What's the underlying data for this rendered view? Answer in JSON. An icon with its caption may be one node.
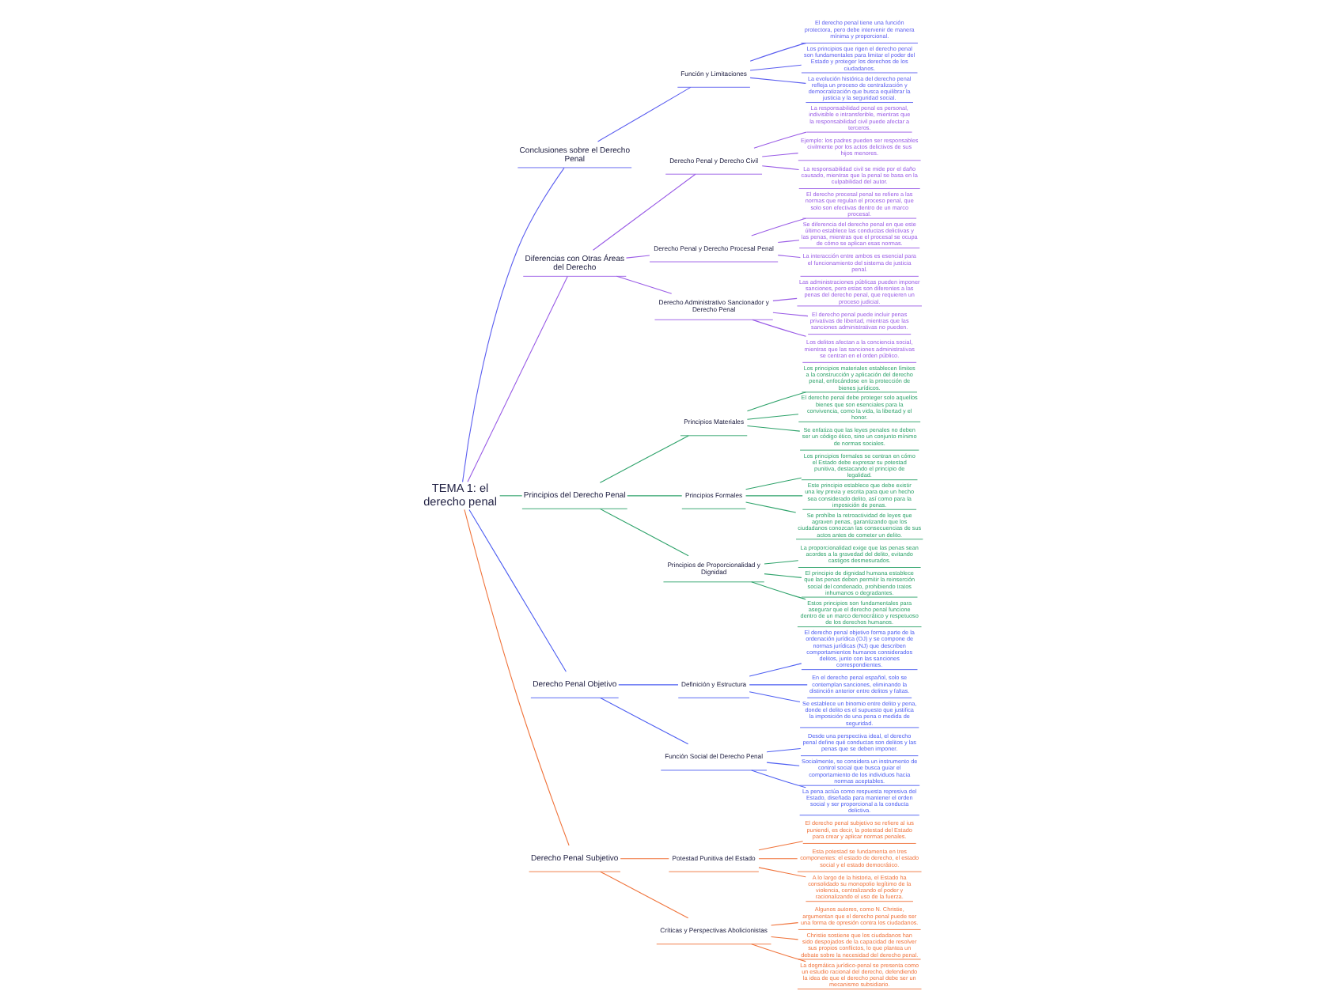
{
  "diagram": {
    "nodes": [
      {
        "text": [
          "TEMA 1: el derecho penal"
        ]
      },
      {
        "text": [
          "Conclusiones sobre el Derecho Penal"
        ]
      },
      {
        "text": [
          "Función y Limitaciones"
        ]
      },
      {
        "text": [
          "El derecho penal tiene una función protectora, pero debe intervenir de manera mínima y proporcional."
        ]
      },
      {
        "text": [
          "Los principios que rigen el derecho penal son fundamentales para limitar el poder del Estado y proteger los derechos de los ciudadanos."
        ]
      },
      {
        "text": [
          "La evolución histórica del derecho penal refleja un proceso de centralización y democratización que busca equilibrar la justicia y la seguridad social."
        ]
      },
      {
        "text": [
          "Diferencias con Otras Áreas del Derecho"
        ]
      },
      {
        "text": [
          "Derecho Penal y Derecho Civil"
        ]
      },
      {
        "text": [
          "La responsabilidad penal es personal, indivisible e intransferible, mientras que la responsabilidad civil puede afectar a terceros."
        ]
      },
      {
        "text": [
          "Ejemplo: los padres pueden ser responsables civilmente por los actos delictivos de sus hijos menores."
        ]
      },
      {
        "text": [
          "La responsabilidad civil se mide por el daño causado, mientras que la penal se basa en la culpabilidad del autor."
        ]
      },
      {
        "text": [
          "Derecho Penal y Derecho Procesal Penal"
        ]
      },
      {
        "text": [
          "El derecho procesal penal se refiere a las normas que regulan el proceso penal, que solo son efectivas dentro de un marco procesal."
        ]
      },
      {
        "text": [
          "Se diferencia del derecho penal en que este último establece las conductas delictivas y las penas, mientras que el procesal se ocupa de cómo se aplican esas normas."
        ]
      },
      {
        "text": [
          "La interacción entre ambos es esencial para el funcionamiento del sistema de justicia penal."
        ]
      },
      {
        "text": [
          "Derecho Administrativo Sancionador y Derecho Penal"
        ]
      },
      {
        "text": [
          "Las administraciones públicas pueden imponer sanciones, pero estas son diferentes a las penas del derecho penal, que requieren un proceso judicial."
        ]
      },
      {
        "text": [
          "El derecho penal puede incluir penas privativas de libertad, mientras que las sanciones administrativas no pueden."
        ]
      },
      {
        "text": [
          "Los delitos afectan a la conciencia social, mientras que las sanciones administrativas se centran en el orden público."
        ]
      },
      {
        "text": [
          "Principios del Derecho Penal"
        ]
      },
      {
        "text": [
          "Principios Materiales"
        ]
      },
      {
        "text": [
          "Los principios materiales establecen límites a la construcción y aplicación del derecho penal, enfocándose en la protección de bienes jurídicos."
        ]
      },
      {
        "text": [
          "El derecho penal debe proteger solo aquellos bienes que son esenciales para la convivencia, como la vida, la libertad y el honor."
        ]
      },
      {
        "text": [
          "Se enfatiza que las leyes penales no deben ser un código ético, sino un conjunto mínimo de normas sociales."
        ]
      },
      {
        "text": [
          "Principios Formales"
        ]
      },
      {
        "text": [
          "Los principios formales se centran en cómo el Estado debe expresar su potestad punitiva, destacando el principio de legalidad."
        ]
      },
      {
        "text": [
          "Este principio establece que debe existir una ley previa y escrita para que un hecho sea considerado delito, así como para la imposición de penas."
        ]
      },
      {
        "text": [
          "Se prohíbe la retroactividad de leyes que agraven penas, garantizando que los ciudadanos conozcan las consecuencias de sus actos antes de cometer un delito."
        ]
      },
      {
        "text": [
          "Principios de Proporcionalidad y Dignidad"
        ]
      },
      {
        "text": [
          "La proporcionalidad exige que las penas sean acordes a la gravedad del delito, evitando castigos desmesurados."
        ]
      },
      {
        "text": [
          "El principio de dignidad humana establece que las penas deben permitir la reinserción social del condenado, prohibiendo tratos inhumanos o degradantes."
        ]
      },
      {
        "text": [
          "Estos principios son fundamentales para asegurar que el derecho penal funcione dentro de un marco democrático y respetuoso de los derechos humanos."
        ]
      },
      {
        "text": [
          "Derecho Penal Objetivo"
        ]
      },
      {
        "text": [
          "Definición y Estructura"
        ]
      },
      {
        "text": [
          "El derecho penal objetivo forma parte de la ordenación jurídica (OJ) y se compone de normas jurídicas (NJ) que describen comportamientos humanos considerados delitos, junto con las sanciones correspondientes."
        ]
      },
      {
        "text": [
          "En el derecho penal español, solo se contemplan sanciones, eliminando la distinción anterior entre delitos y faltas."
        ]
      },
      {
        "text": [
          "Se establece un binomio entre delito y pena, donde el delito es el supuesto que justifica la imposición de una pena o medida de seguridad."
        ]
      },
      {
        "text": [
          "Función Social del Derecho Penal"
        ]
      },
      {
        "text": [
          "Desde una perspectiva ideal, el derecho penal define qué conductas son delitos y las penas que se deben imponer."
        ]
      },
      {
        "text": [
          "Socialmente, se considera un instrumento de control social que busca guiar el comportamiento de los individuos hacia normas aceptables."
        ]
      },
      {
        "text": [
          "La pena actúa como respuesta represiva del Estado, diseñada para mantener el orden social y ser proporcional a la conducta delictiva."
        ]
      },
      {
        "text": [
          "Derecho Penal Subjetivo"
        ]
      },
      {
        "text": [
          "Potestad Punitiva del Estado"
        ]
      },
      {
        "text": [
          "El derecho penal subjetivo se refiere al ius puniendi, es decir, la potestad del Estado para crear y aplicar normas penales."
        ]
      },
      {
        "text": [
          "Esta potestad se fundamenta en tres componentes: el estado de derecho, el estado social y el estado democrático."
        ]
      },
      {
        "text": [
          "A lo largo de la historia, el Estado ha consolidado su monopolio legítimo de la violencia, centralizando el poder y racionalizando el uso de la fuerza."
        ]
      },
      {
        "text": [
          "Críticas y Perspectivas Abolicionistas"
        ]
      },
      {
        "text": [
          "Algunos autores, como N. Christie, argumentan que el derecho penal puede ser una forma de opresión contra los ciudadanos."
        ]
      },
      {
        "text": [
          "Christie sostiene que los ciudadanos han sido despojados de la capacidad de resolver sus propios conflictos, lo que plantea un debate sobre la necesidad del derecho penal."
        ]
      },
      {
        "text": [
          "La dogmática jurídico-penal se presenta como un estudio racional del derecho, defendiendo la idea de que el derecho penal debe ser un mecanismo subsidiario."
        ]
      }
    ],
    "edges": [
      {
        "from": 0,
        "to": 1,
        "arrow": "none",
        "color": "#5b5ef0"
      },
      {
        "from": 1,
        "to": 2,
        "arrow": "none",
        "color": "#5b5ef0"
      },
      {
        "from": 2,
        "to": 3,
        "arrow": "none",
        "color": "#5b5ef0"
      },
      {
        "from": 2,
        "to": 4,
        "arrow": "none",
        "color": "#5b5ef0"
      },
      {
        "from": 2,
        "to": 5,
        "arrow": "none",
        "color": "#5b5ef0"
      },
      {
        "from": 0,
        "to": 6,
        "arrow": "none",
        "color": "#9a5ce6"
      },
      {
        "from": 6,
        "to": 7,
        "arrow": "none",
        "color": "#9a5ce6"
      },
      {
        "from": 7,
        "to": 8,
        "arrow": "none",
        "color": "#9a5ce6"
      },
      {
        "from": 7,
        "to": 9,
        "arrow": "none",
        "color": "#9a5ce6"
      },
      {
        "from": 7,
        "to": 10,
        "arrow": "none",
        "color": "#9a5ce6"
      },
      {
        "from": 6,
        "to": 11,
        "arrow": "none",
        "color": "#9a5ce6"
      },
      {
        "from": 11,
        "to": 12,
        "arrow": "none",
        "color": "#9a5ce6"
      },
      {
        "from": 11,
        "to": 13,
        "arrow": "none",
        "color": "#9a5ce6"
      },
      {
        "from": 11,
        "to": 14,
        "arrow": "none",
        "color": "#9a5ce6"
      },
      {
        "from": 6,
        "to": 15,
        "arrow": "none",
        "color": "#9a5ce6"
      },
      {
        "from": 15,
        "to": 16,
        "arrow": "none",
        "color": "#9a5ce6"
      },
      {
        "from": 15,
        "to": 17,
        "arrow": "none",
        "color": "#9a5ce6"
      },
      {
        "from": 15,
        "to": 18,
        "arrow": "none",
        "color": "#9a5ce6"
      },
      {
        "from": 0,
        "to": 19,
        "arrow": "none",
        "color": "#2fa36b"
      },
      {
        "from": 19,
        "to": 20,
        "arrow": "none",
        "color": "#2fa36b"
      },
      {
        "from": 20,
        "to": 21,
        "arrow": "none",
        "color": "#2fa36b"
      },
      {
        "from": 20,
        "to": 22,
        "arrow": "none",
        "color": "#2fa36b"
      },
      {
        "from": 20,
        "to": 23,
        "arrow": "none",
        "color": "#2fa36b"
      },
      {
        "from": 19,
        "to": 24,
        "arrow": "none",
        "color": "#2fa36b"
      },
      {
        "from": 24,
        "to": 25,
        "arrow": "none",
        "color": "#2fa36b"
      },
      {
        "from": 24,
        "to": 26,
        "arrow": "none",
        "color": "#2fa36b"
      },
      {
        "from": 24,
        "to": 27,
        "arrow": "none",
        "color": "#2fa36b"
      },
      {
        "from": 19,
        "to": 28,
        "arrow": "none",
        "color": "#2fa36b"
      },
      {
        "from": 28,
        "to": 29,
        "arrow": "none",
        "color": "#2fa36b"
      },
      {
        "from": 28,
        "to": 30,
        "arrow": "none",
        "color": "#2fa36b"
      },
      {
        "from": 28,
        "to": 31,
        "arrow": "none",
        "color": "#2fa36b"
      },
      {
        "from": 0,
        "to": 32,
        "arrow": "none",
        "color": "#4d5ef2"
      },
      {
        "from": 32,
        "to": 33,
        "arrow": "none",
        "color": "#4d5ef2"
      },
      {
        "from": 33,
        "to": 34,
        "arrow": "none",
        "color": "#4d5ef2"
      },
      {
        "from": 33,
        "to": 35,
        "arrow": "none",
        "color": "#4d5ef2"
      },
      {
        "from": 33,
        "to": 36,
        "arrow": "none",
        "color": "#4d5ef2"
      },
      {
        "from": 32,
        "to": 37,
        "arrow": "none",
        "color": "#4d5ef2"
      },
      {
        "from": 37,
        "to": 38,
        "arrow": "none",
        "color": "#4d5ef2"
      },
      {
        "from": 37,
        "to": 39,
        "arrow": "none",
        "color": "#4d5ef2"
      },
      {
        "from": 37,
        "to": 40,
        "arrow": "none",
        "color": "#4d5ef2"
      },
      {
        "from": 0,
        "to": 41,
        "arrow": "none",
        "color": "#f0743c"
      },
      {
        "from": 41,
        "to": 42,
        "arrow": "none",
        "color": "#f0743c"
      },
      {
        "from": 42,
        "to": 43,
        "arrow": "none",
        "color": "#f0743c"
      },
      {
        "from": 42,
        "to": 44,
        "arrow": "none",
        "color": "#f0743c"
      },
      {
        "from": 42,
        "to": 45,
        "arrow": "none",
        "color": "#f0743c"
      },
      {
        "from": 41,
        "to": 46,
        "arrow": "none",
        "color": "#f0743c"
      },
      {
        "from": 46,
        "to": 47,
        "arrow": "none",
        "color": "#f0743c"
      },
      {
        "from": 46,
        "to": 48,
        "arrow": "none",
        "color": "#f0743c"
      },
      {
        "from": 46,
        "to": 49,
        "arrow": "none",
        "color": "#f0743c"
      }
    ]
  }
}
